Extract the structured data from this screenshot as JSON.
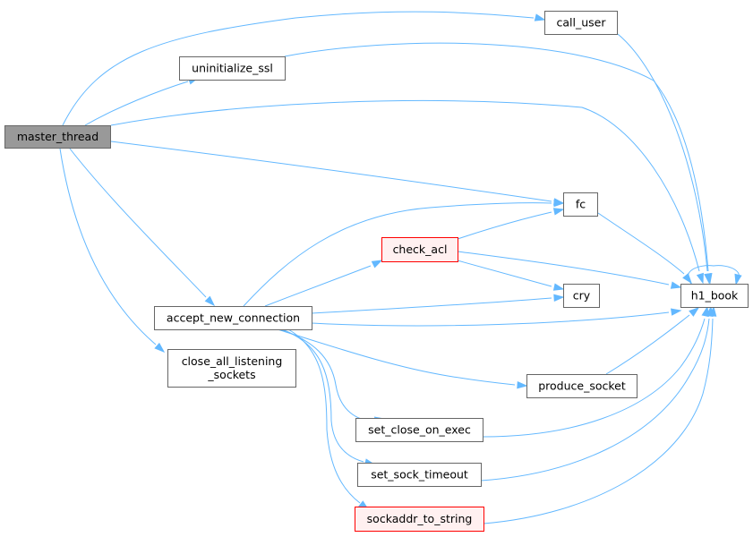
{
  "colors": {
    "node_fill": "#ffffff",
    "node_stroke": "#666666",
    "root_fill": "#999999",
    "highlight_fill": "#fff0f0",
    "highlight_stroke": "#ff0000",
    "edge": "#63b8ff"
  },
  "nodes": {
    "master_thread": {
      "lines": [
        "master_thread"
      ],
      "kind": "root"
    },
    "call_user": {
      "lines": [
        "call_user"
      ],
      "kind": "normal"
    },
    "uninitialize_ssl": {
      "lines": [
        "uninitialize_ssl"
      ],
      "kind": "normal"
    },
    "fc": {
      "lines": [
        "fc"
      ],
      "kind": "normal"
    },
    "check_acl": {
      "lines": [
        "check_acl"
      ],
      "kind": "highlight"
    },
    "cry": {
      "lines": [
        "cry"
      ],
      "kind": "normal"
    },
    "h1_book": {
      "lines": [
        "h1_book"
      ],
      "kind": "normal"
    },
    "accept_new_connection": {
      "lines": [
        "accept_new_connection"
      ],
      "kind": "normal"
    },
    "close_all_listening_sockets": {
      "lines": [
        "close_all_listening",
        "_sockets"
      ],
      "kind": "normal"
    },
    "produce_socket": {
      "lines": [
        "produce_socket"
      ],
      "kind": "normal"
    },
    "set_close_on_exec": {
      "lines": [
        "set_close_on_exec"
      ],
      "kind": "normal"
    },
    "set_sock_timeout": {
      "lines": [
        "set_sock_timeout"
      ],
      "kind": "normal"
    },
    "sockaddr_to_string": {
      "lines": [
        "sockaddr_to_string"
      ],
      "kind": "highlight"
    }
  },
  "edges": [
    [
      "master_thread",
      "call_user"
    ],
    [
      "master_thread",
      "uninitialize_ssl"
    ],
    [
      "master_thread",
      "h1_book"
    ],
    [
      "master_thread",
      "fc"
    ],
    [
      "master_thread",
      "accept_new_connection"
    ],
    [
      "master_thread",
      "close_all_listening_sockets"
    ],
    [
      "call_user",
      "h1_book"
    ],
    [
      "uninitialize_ssl",
      "h1_book"
    ],
    [
      "fc",
      "h1_book"
    ],
    [
      "h1_book",
      "h1_book"
    ],
    [
      "accept_new_connection",
      "fc"
    ],
    [
      "accept_new_connection",
      "check_acl"
    ],
    [
      "accept_new_connection",
      "cry"
    ],
    [
      "accept_new_connection",
      "h1_book"
    ],
    [
      "accept_new_connection",
      "produce_socket"
    ],
    [
      "accept_new_connection",
      "set_close_on_exec"
    ],
    [
      "accept_new_connection",
      "set_sock_timeout"
    ],
    [
      "accept_new_connection",
      "sockaddr_to_string"
    ],
    [
      "check_acl",
      "fc"
    ],
    [
      "check_acl",
      "cry"
    ],
    [
      "check_acl",
      "h1_book"
    ],
    [
      "produce_socket",
      "h1_book"
    ],
    [
      "set_close_on_exec",
      "h1_book"
    ],
    [
      "set_sock_timeout",
      "h1_book"
    ],
    [
      "sockaddr_to_string",
      "h1_book"
    ]
  ]
}
